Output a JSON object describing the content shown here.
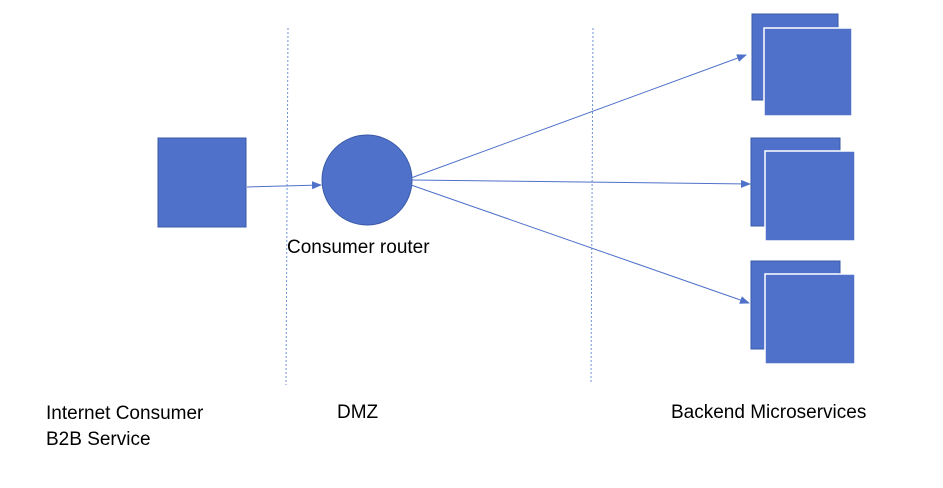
{
  "diagram": {
    "router_label": "Consumer router",
    "zones": {
      "consumer_line1": "Internet Consumer",
      "consumer_line2": "B2B Service",
      "dmz": "DMZ",
      "backend": "Backend Microservices"
    },
    "colors": {
      "shape_fill": "#4f71c9",
      "shape_stroke": "#3a5aa8",
      "arrow": "#4f71c9",
      "divider": "#6f93d6",
      "text": "#000000"
    }
  }
}
